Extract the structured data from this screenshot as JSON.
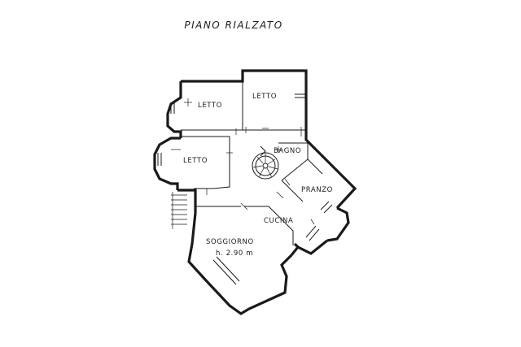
{
  "title": "PIANO RIALZATO",
  "rooms": {
    "letto_top_left": "LETTO",
    "letto_top_right": "LETTO",
    "letto_left": "LETTO",
    "bagno": "BAGNO",
    "pranzo": "PRANZO",
    "cucina": "CUCINA",
    "soggiorno": "SOGGIORNO",
    "height_note": "h. 2.90 m"
  }
}
